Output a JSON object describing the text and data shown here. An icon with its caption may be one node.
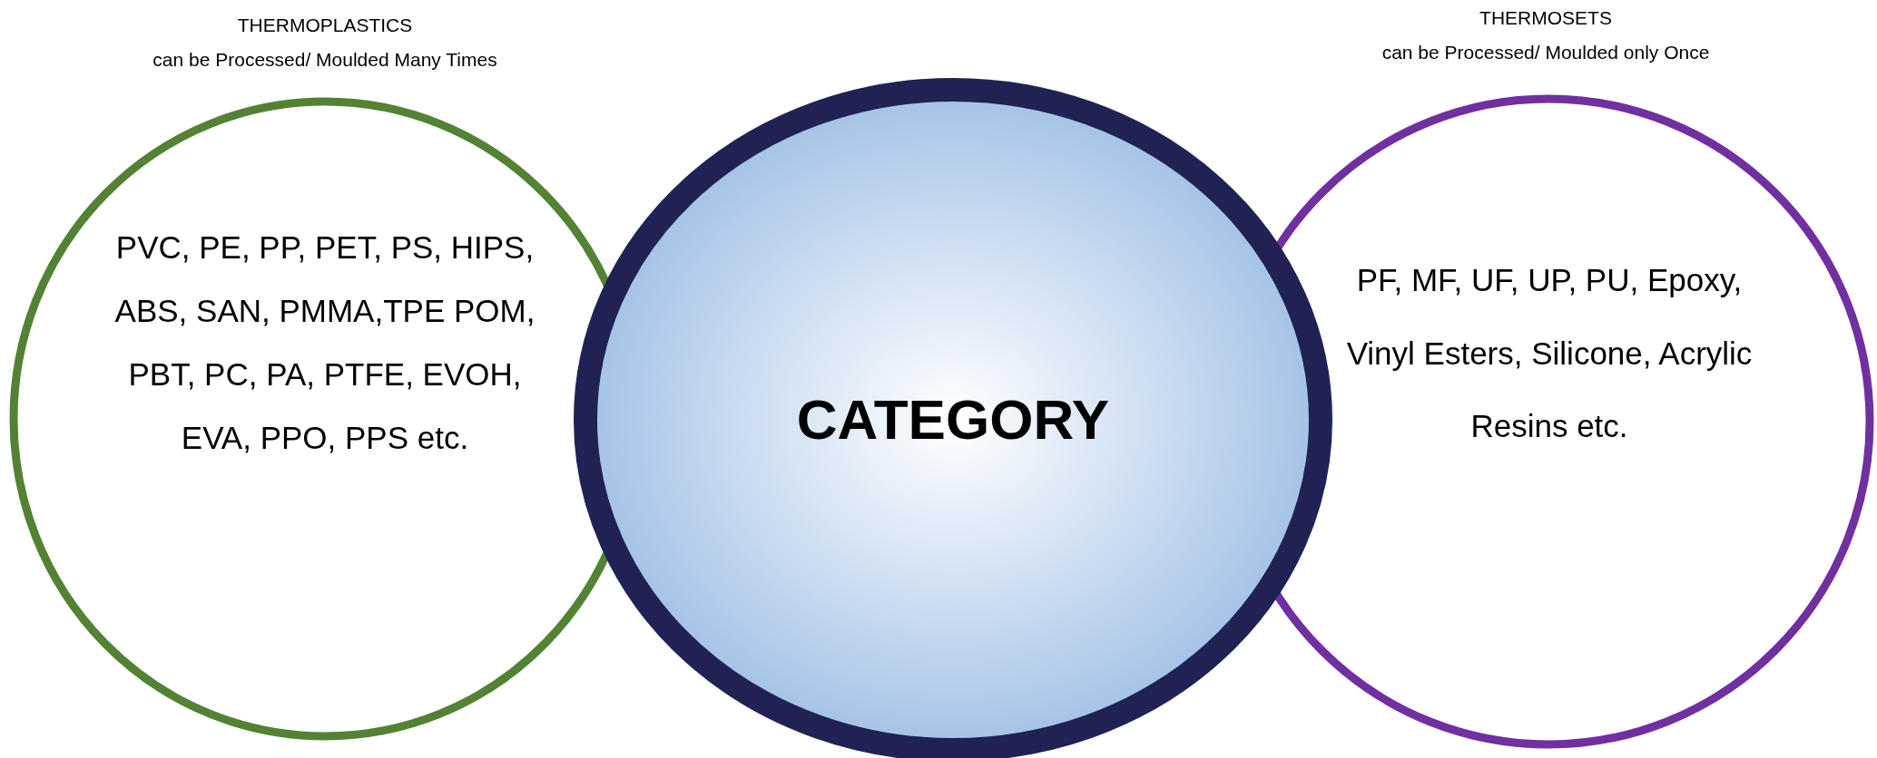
{
  "diagram": {
    "nodes": [
      {
        "text": [
          "THERMOPLASTICS",
          "can be Processed/ Moulded Many Times",
          "PVC, PE, PP, PET, PS, HIPS, ABS, SAN, PMMA,TPE POM, PBT, PC, PA, PTFE, EVOH, EVA, PPO, PPS etc."
        ]
      },
      {
        "text": [
          "CATEGORY"
        ]
      },
      {
        "text": [
          "THERMOSETS",
          "can be Processed/ Moulded only Once",
          "PF, MF, UF, UP, PU, Epoxy, Vinyl Esters, Silicone, Acrylic Resins etc."
        ]
      }
    ],
    "edges": []
  }
}
